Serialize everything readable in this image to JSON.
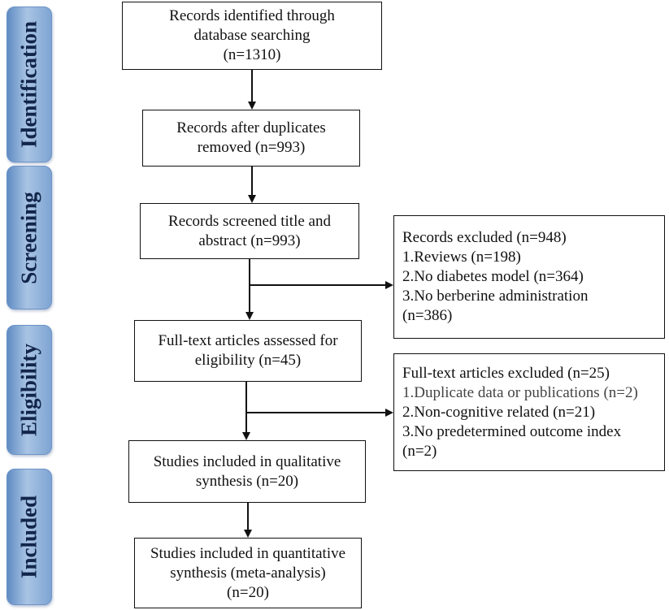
{
  "phases": {
    "identification": "Identification",
    "screening": "Screening",
    "eligibility": "Eligibility",
    "included": "Included"
  },
  "boxes": {
    "identified": "Records identified through\ndatabase searching\n(n=1310)",
    "after_duplicates": "Records after duplicates\nremoved (n=993)",
    "screened": "Records screened title and\nabstract (n=993)",
    "full_text": "Full-text articles assessed for\neligibility (n=45)",
    "qualitative": "Studies included in qualitative\nsynthesis (n=20)",
    "quantitative": "Studies included in quantitative\nsynthesis (meta-analysis)\n(n=20)"
  },
  "excluded_records": {
    "title": "Records excluded (n=948)",
    "items": [
      "1.Reviews (n=198)",
      "2.No diabetes model (n=364)",
      "3.No berberine administration\n(n=386)"
    ]
  },
  "excluded_full_text": {
    "title": "Full-text articles excluded (n=25)",
    "items": [
      "1.Duplicate data or publications (n=2)",
      "2.Non-cognitive related (n=21)",
      "3.No predetermined outcome index\n(n=2)"
    ]
  }
}
